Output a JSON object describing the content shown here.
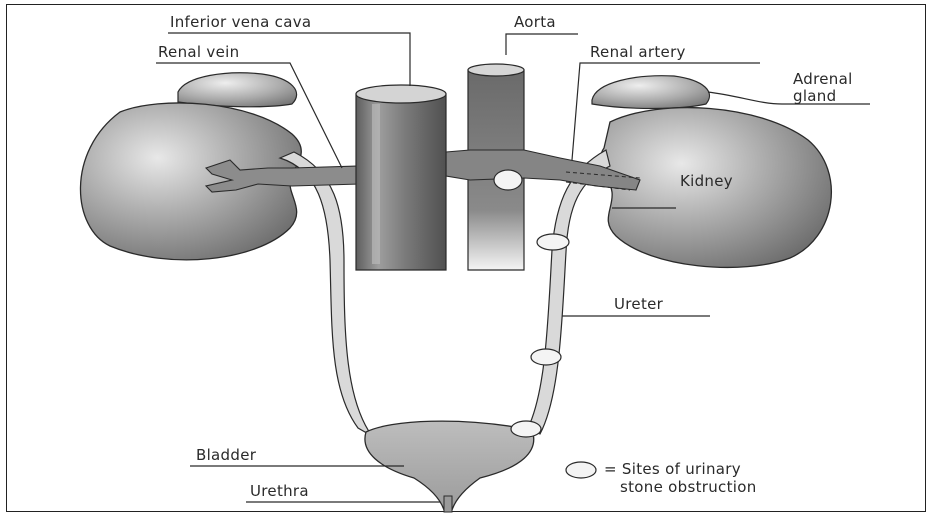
{
  "labels": {
    "inferior_vena_cava": "Inferior vena cava",
    "aorta": "Aorta",
    "renal_vein": "Renal vein",
    "renal_artery": "Renal artery",
    "adrenal_gland_line1": "Adrenal",
    "adrenal_gland_line2": "gland",
    "kidney": "Kidney",
    "ureter": "Ureter",
    "bladder": "Bladder",
    "urethra": "Urethra",
    "legend_line1": "= Sites of urinary",
    "legend_line2": "stone obstruction"
  },
  "colors": {
    "organ_fill": "#9a9a9a",
    "organ_highlight": "#e6e6e6",
    "vessel_fill": "#7c7c7c",
    "ureter_fill": "#d8d8d8",
    "outline": "#2a2a2a"
  },
  "icons": [
    "stone-obstruction-marker-icon"
  ]
}
